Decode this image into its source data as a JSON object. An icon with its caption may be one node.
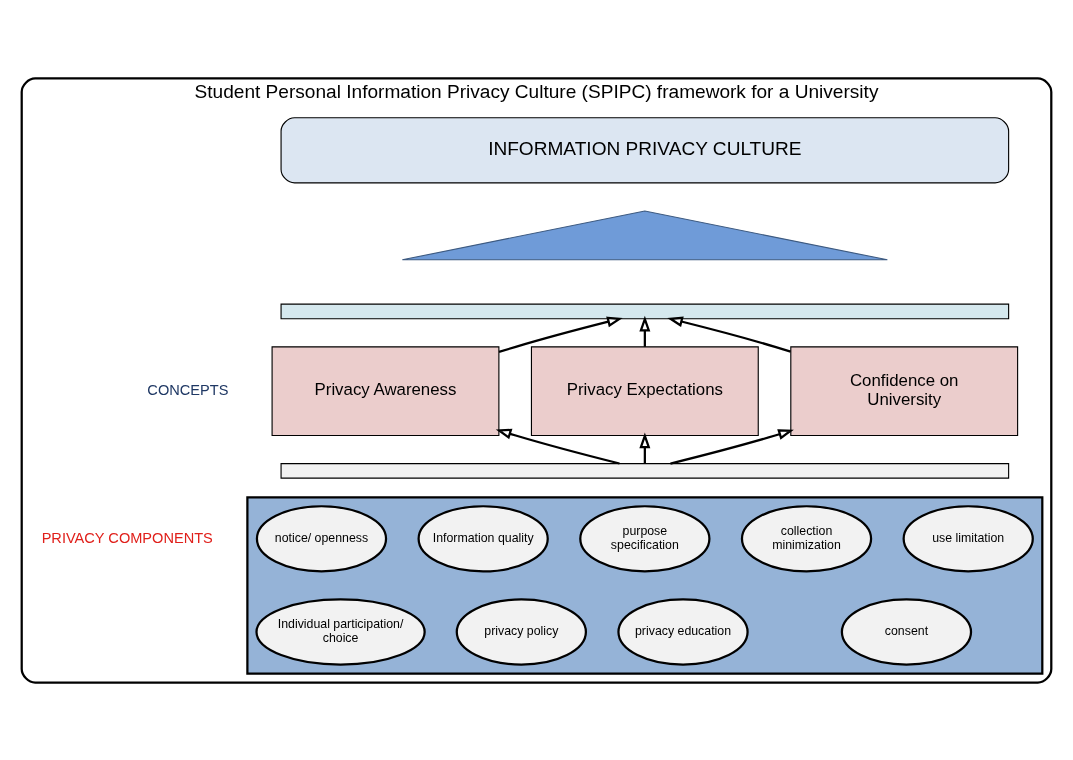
{
  "diagram": {
    "nodes": [
      {
        "text": [
          "Student Personal Information Privacy Culture (SPIPC) framework for a University"
        ]
      },
      {
        "text": [
          "INFORMATION PRIVACY CULTURE"
        ],
        "in": 0
      },
      {
        "text": [],
        "shape": "picture",
        "in": 0
      },
      {
        "text": [],
        "shape": "bar",
        "in": 0
      },
      {
        "text": [
          "Privacy Awareness"
        ],
        "in": 0
      },
      {
        "text": [
          "Privacy Expectations"
        ],
        "in": 0
      },
      {
        "text": [
          "Confidence on University"
        ],
        "in": 0
      },
      {
        "text": [],
        "shape": "bar",
        "in": 0
      },
      {
        "text": [],
        "shape": "box",
        "in": 0
      },
      {
        "text": [
          "notice/ openness"
        ],
        "in": 8
      },
      {
        "text": [
          "Information quality"
        ],
        "in": 8
      },
      {
        "text": [
          "purpose specification"
        ],
        "in": 8
      },
      {
        "text": [
          "use limitation"
        ],
        "in": 8
      },
      {
        "text": [
          "collection minimization"
        ],
        "in": 8
      },
      {
        "text": [
          "Individual participation/ choice"
        ],
        "in": 8
      },
      {
        "text": [
          "privacy policy"
        ],
        "in": 8
      },
      {
        "text": [
          "privacy education"
        ],
        "in": 8
      },
      {
        "text": [
          "consent"
        ],
        "in": 8
      }
    ],
    "edges": [
      {
        "from": 7,
        "to": 4,
        "arrow": "to"
      },
      {
        "from": 7,
        "to": 5,
        "arrow": "to"
      },
      {
        "from": 7,
        "to": 6,
        "arrow": "to"
      },
      {
        "from": 4,
        "to": 3,
        "arrow": "to"
      },
      {
        "from": 5,
        "to": 3,
        "arrow": "to"
      },
      {
        "from": 6,
        "to": 3,
        "arrow": "to"
      }
    ],
    "labels": [
      "CONCEPTS",
      "PRIVACY COMPONENTS"
    ]
  }
}
